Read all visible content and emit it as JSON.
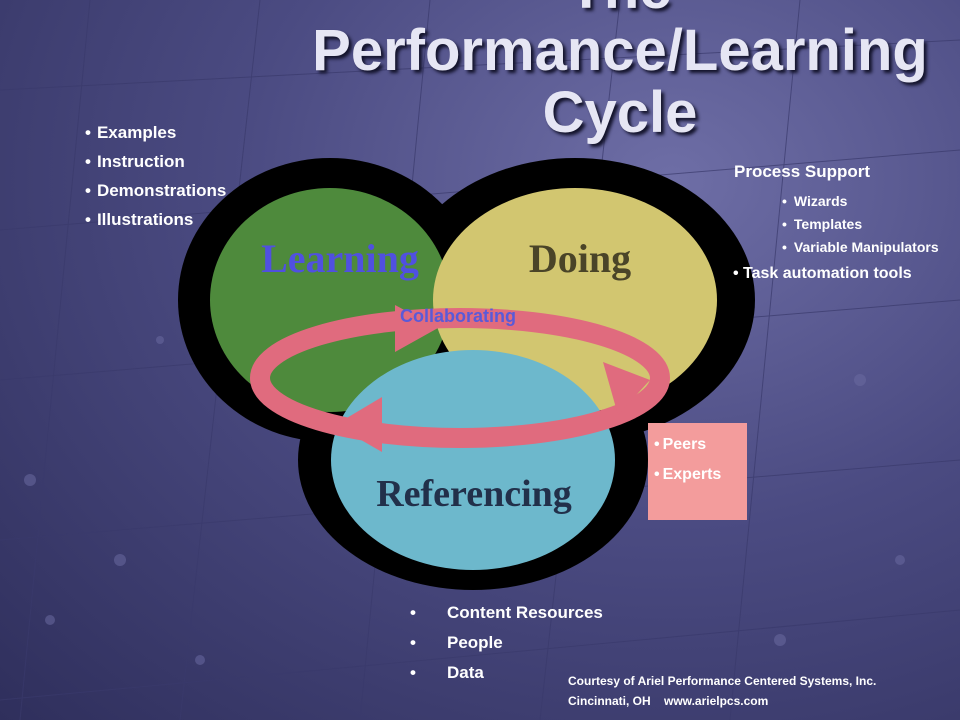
{
  "title": {
    "line1": "The",
    "line2": "Performance/Learning",
    "line3": "Cycle"
  },
  "circles": {
    "learning": "Learning",
    "doing": "Doing",
    "referencing": "Referencing",
    "collaborating": "Collaborating"
  },
  "learning_list": [
    "Examples",
    "Instruction",
    "Demonstrations",
    "Illustrations"
  ],
  "process_support": {
    "heading": "Process Support",
    "items": [
      "Wizards",
      "Templates",
      "Variable Manipulators"
    ],
    "task": "Task automation tools"
  },
  "collaborating_box": [
    "Peers",
    "Experts"
  ],
  "referencing_list": [
    "Content Resources",
    "People",
    "Data"
  ],
  "credit": {
    "line1": "Courtesy of Ariel Performance Centered Systems, Inc.",
    "line2": "Cincinnati, OH    www.arielpcs.com"
  },
  "colors": {
    "learning": "#4e8a3c",
    "doing": "#d2c670",
    "referencing": "#6db8cc",
    "ring": "#e06b7e",
    "learning_text": "#5050e0",
    "collab_text": "#5a5ad8",
    "box": "#f39c9c"
  }
}
